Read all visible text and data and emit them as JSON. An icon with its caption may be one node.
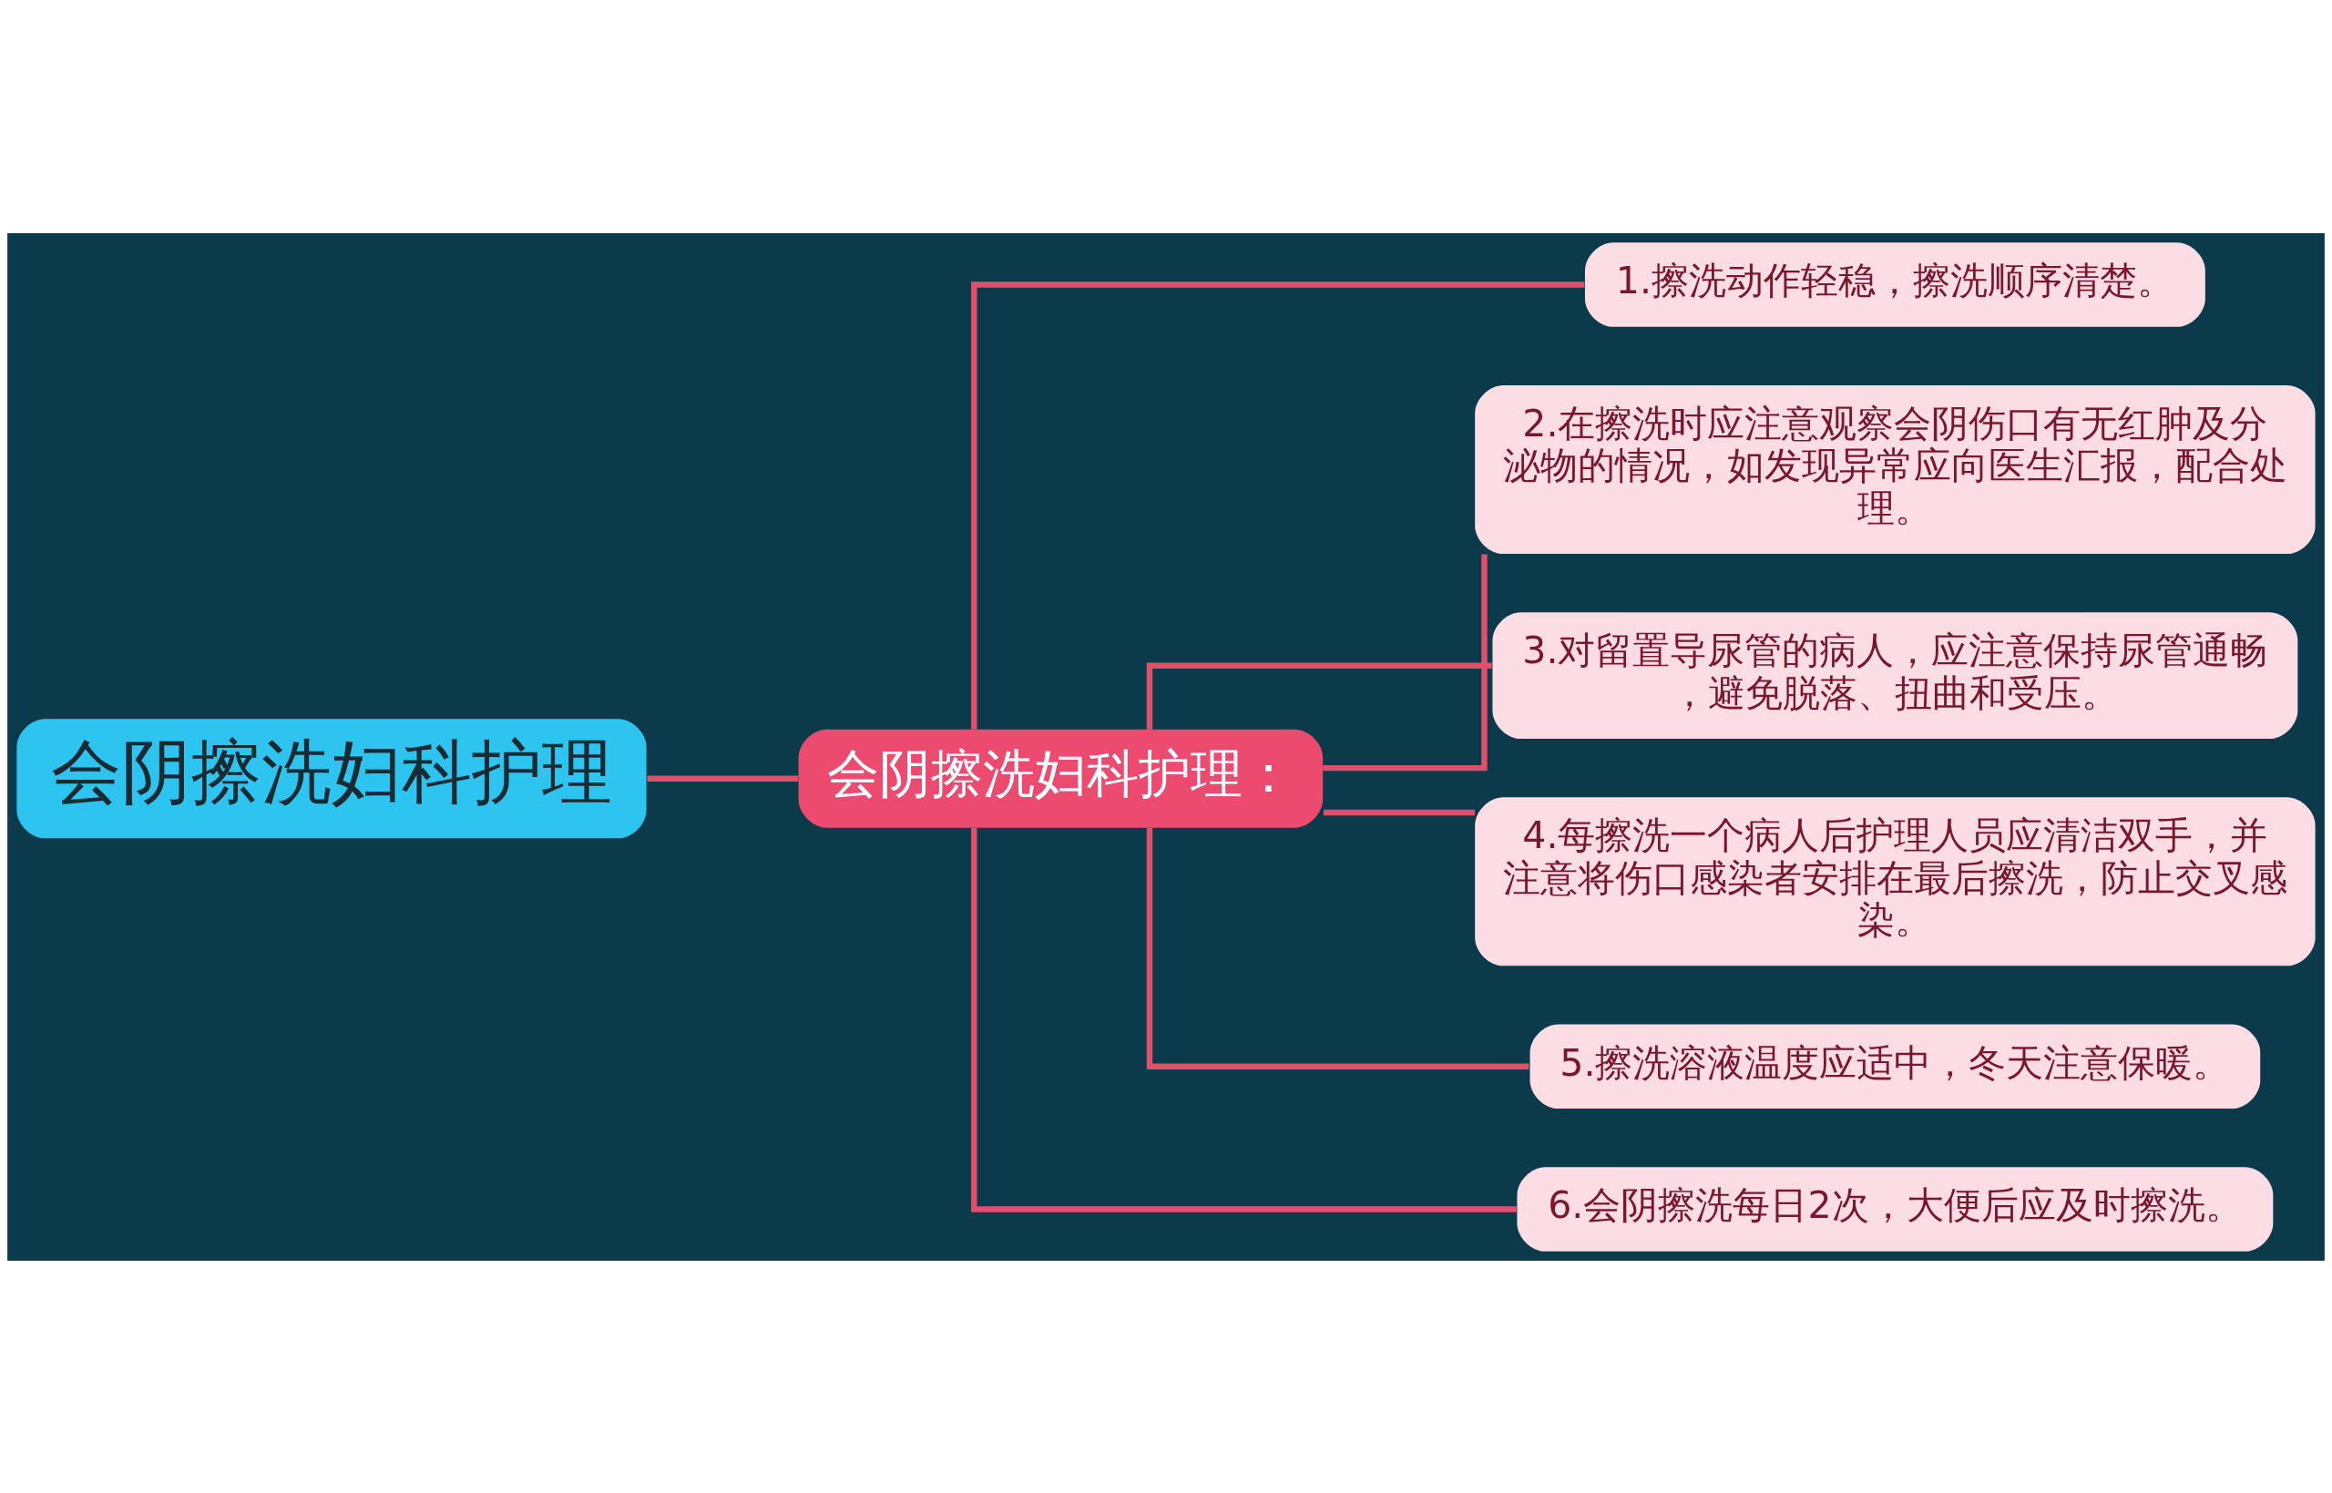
{
  "diagram": {
    "nodes": [
      {
        "text": [
          "会阴擦洗妇科护理"
        ]
      },
      {
        "text": [
          "会阴擦洗妇科护理："
        ]
      },
      {
        "text": [
          "1.擦洗动作轻稳，擦洗顺序清楚。"
        ]
      },
      {
        "text": [
          "2.在擦洗时应注意观察会阴伤口有无红肿及分泌物的情况，如发现异常应向医生汇报，配合处理。"
        ]
      },
      {
        "text": [
          "3.对留置导尿管的病人，应注意保持尿管通畅，避免脱落、扭曲和受压。"
        ]
      },
      {
        "text": [
          "4.每擦洗一个病人后护理人员应清洁双手，并注意将伤口感染者安排在最后擦洗，防止交叉感染。"
        ]
      },
      {
        "text": [
          "5.擦洗溶液温度应适中，冬天注意保暖。"
        ]
      },
      {
        "text": [
          "6.会阴擦洗每日2次，大便后应及时擦洗。"
        ]
      }
    ],
    "edges": [
      {
        "from": 0,
        "to": 1,
        "arrow": "none"
      },
      {
        "from": 1,
        "to": 2,
        "arrow": "none"
      },
      {
        "from": 1,
        "to": 3,
        "arrow": "none"
      },
      {
        "from": 1,
        "to": 4,
        "arrow": "none"
      },
      {
        "from": 1,
        "to": 5,
        "arrow": "none"
      },
      {
        "from": 1,
        "to": 6,
        "arrow": "none"
      },
      {
        "from": 1,
        "to": 7,
        "arrow": "none"
      }
    ]
  }
}
